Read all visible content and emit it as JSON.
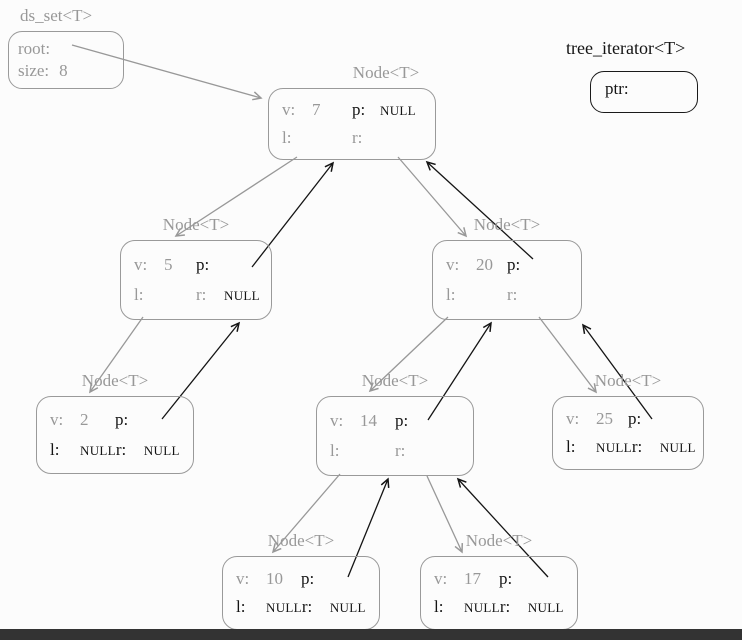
{
  "colors": {
    "struct_gray": "#989898",
    "highlight_black": "#141414",
    "bottom_bar": "#333333"
  },
  "ds_set": {
    "title": "ds_set<T>",
    "root_label": "root:",
    "size_label": "size:",
    "size_value": "8"
  },
  "iterator": {
    "title": "tree_iterator<T>",
    "ptr_label": "ptr:"
  },
  "nodes": [
    {
      "title": "Node<T>",
      "v_label": "v:",
      "v": "7",
      "p_label": "p:",
      "p": "NULL",
      "l_label": "l:",
      "l": "",
      "r_label": "r:",
      "r": ""
    },
    {
      "title": "Node<T>",
      "v_label": "v:",
      "v": "5",
      "p_label": "p:",
      "p": "",
      "l_label": "l:",
      "l": "",
      "r_label": "r:",
      "r": "NULL"
    },
    {
      "title": "Node<T>",
      "v_label": "v:",
      "v": "20",
      "p_label": "p:",
      "p": "",
      "l_label": "l:",
      "l": "",
      "r_label": "r:",
      "r": ""
    },
    {
      "title": "Node<T>",
      "v_label": "v:",
      "v": "2",
      "p_label": "p:",
      "p": "",
      "l_label": "l:",
      "l": "NULL",
      "r_label": "r:",
      "r": "NULL"
    },
    {
      "title": "Node<T>",
      "v_label": "v:",
      "v": "14",
      "p_label": "p:",
      "p": "",
      "l_label": "l:",
      "l": "",
      "r_label": "r:",
      "r": ""
    },
    {
      "title": "Node<T>",
      "v_label": "v:",
      "v": "25",
      "p_label": "p:",
      "p": "",
      "l_label": "l:",
      "l": "NULL",
      "r_label": "r:",
      "r": "NULL"
    },
    {
      "title": "Node<T>",
      "v_label": "v:",
      "v": "10",
      "p_label": "p:",
      "p": "",
      "l_label": "l:",
      "l": "NULL",
      "r_label": "r:",
      "r": "NULL"
    },
    {
      "title": "Node<T>",
      "v_label": "v:",
      "v": "17",
      "p_label": "p:",
      "p": "",
      "l_label": "l:",
      "l": "NULL",
      "r_label": "r:",
      "r": "NULL"
    }
  ],
  "arrows": {
    "root_pointer": "root -> 7",
    "child_pointers_gray": [
      "7->5",
      "7->20",
      "5->2",
      "20->14",
      "20->25",
      "14->10",
      "14->17"
    ],
    "parent_pointers_black": [
      "5->7",
      "20->7",
      "2->5",
      "14->20",
      "25->20",
      "10->14",
      "17->14"
    ]
  }
}
